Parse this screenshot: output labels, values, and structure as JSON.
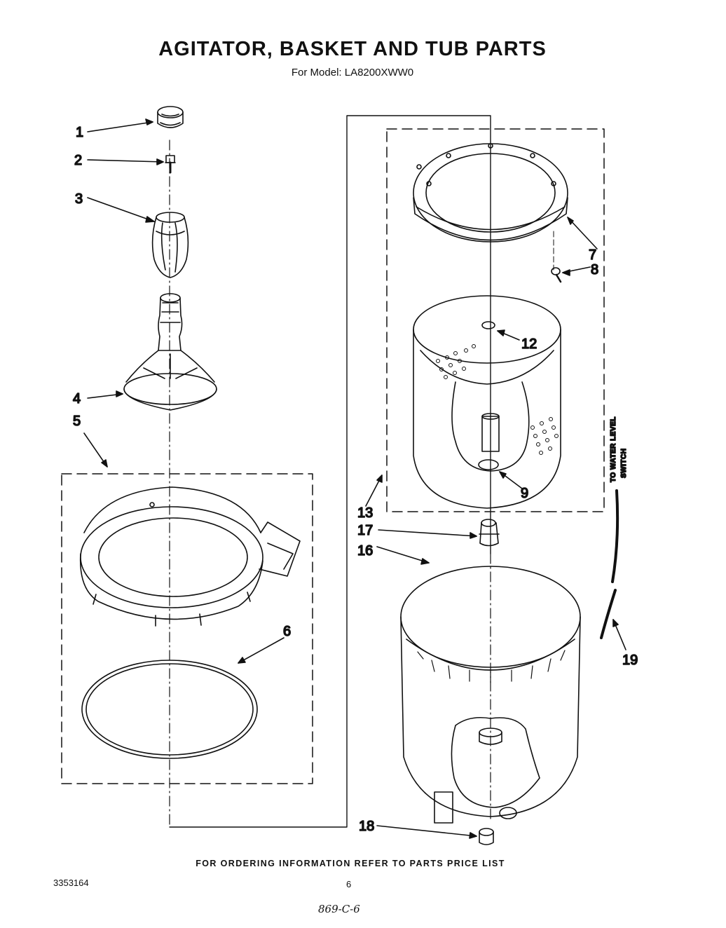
{
  "header": {
    "title": "AGITATOR, BASKET AND TUB PARTS",
    "subtitle": "For Model: LA8200XWW0"
  },
  "callouts": [
    "1",
    "2",
    "3",
    "4",
    "5",
    "6",
    "7",
    "8",
    "9",
    "12",
    "13",
    "16",
    "17",
    "18",
    "19"
  ],
  "side_label": {
    "line1": "TO WATER LEVEL",
    "line2": "SWITCH"
  },
  "footer": {
    "ordering_note": "FOR ORDERING INFORMATION REFER TO PARTS PRICE LIST",
    "doc_number": "3353164",
    "page_number": "6",
    "handwritten": "869-C-6"
  }
}
